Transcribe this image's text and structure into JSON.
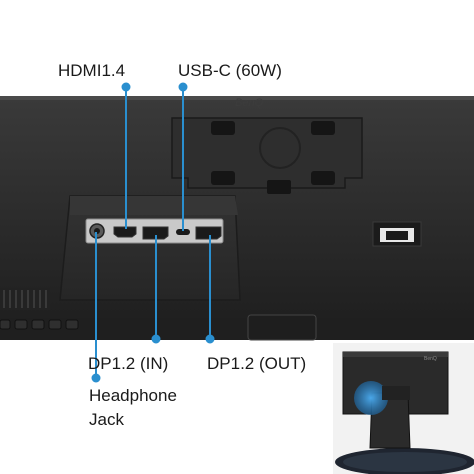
{
  "callouts": {
    "hdmi": "HDMI1.4",
    "usbc": "USB-C (60W)",
    "dp_in": "DP1.2 (IN)",
    "dp_out": "DP1.2 (OUT)",
    "headphone_line1": "Headphone",
    "headphone_line2": "Jack"
  },
  "logo_text": "BenQ",
  "colors": {
    "background": "#ffffff",
    "monitor_body": "#2a2a2a",
    "leader_line": "#2a8fcf",
    "label_text": "#1a1a1a"
  }
}
